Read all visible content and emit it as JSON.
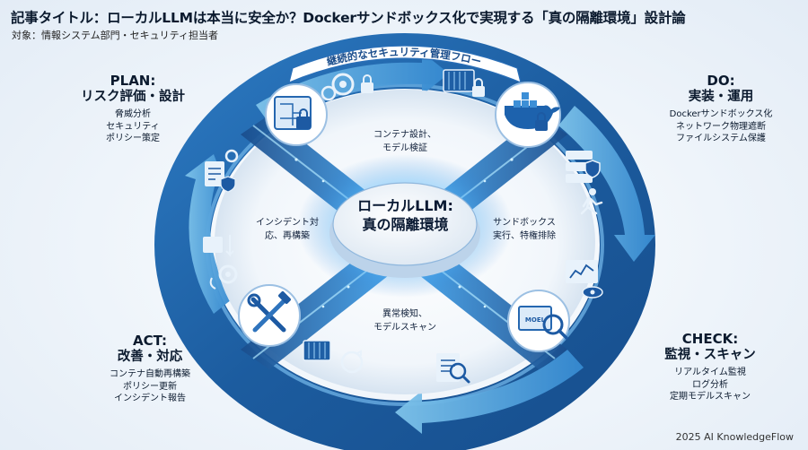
{
  "title": "記事タイトル：ローカルLLMは本当に安全か？Dockerサンドボックス化で実現する「真の隔離環境」設計論",
  "audience": "対象：情報システム部門・セキュリティ担当者",
  "cycle_label": "継続的なセキュリティ管理フロー",
  "center": {
    "line1": "ローカルLLM:",
    "line2": "真の隔離環境"
  },
  "phases": {
    "plan": {
      "name": "PLAN:",
      "subtitle": "リスク評価・設計",
      "items": [
        "脅威分析",
        "セキュリティ",
        "ポリシー策定"
      ]
    },
    "do": {
      "name": "DO:",
      "subtitle": "実装・運用",
      "items": [
        "Dockerサンドボックス化",
        "ネットワーク物理遮断",
        "ファイルシステム保護"
      ]
    },
    "check": {
      "name": "CHECK:",
      "subtitle": "監視・スキャン",
      "items": [
        "リアルタイム監視",
        "ログ分析",
        "定期モデルスキャン"
      ]
    },
    "act": {
      "name": "ACT:",
      "subtitle": "改善・対応",
      "items": [
        "コンテナ自動再構築",
        "ポリシー更新",
        "インシデント報告"
      ]
    }
  },
  "inner_labels": {
    "top": {
      "line1": "コンテナ設計、",
      "line2": "モデル検証"
    },
    "right": {
      "line1": "サンドボックス",
      "line2": "実行、特権排除"
    },
    "bottom": {
      "line1": "異常検知、",
      "line2": "モデルスキャン"
    },
    "left": {
      "line1": "インシデント対",
      "line2": "応、再構築"
    }
  },
  "monitor_badge": "MOEL",
  "footer": "2025 AI KnowledgeFlow",
  "icons": [
    "blueprint-icon",
    "gears-lock-icon",
    "container-lock-icon",
    "docker-whale-icon",
    "server-shield-icon",
    "running-person-icon",
    "dashboard-eye-icon",
    "monitor-magnifier-icon",
    "document-search-icon",
    "wrench-hammer-icon",
    "container-refresh-icon",
    "document-gear-icon",
    "cycle-gear-icon"
  ],
  "colors": {
    "ring_dark": "#1f5c9e",
    "ring_light": "#3e8fd0",
    "accent": "#2c7dd8",
    "glow": "#7ad4ff"
  }
}
